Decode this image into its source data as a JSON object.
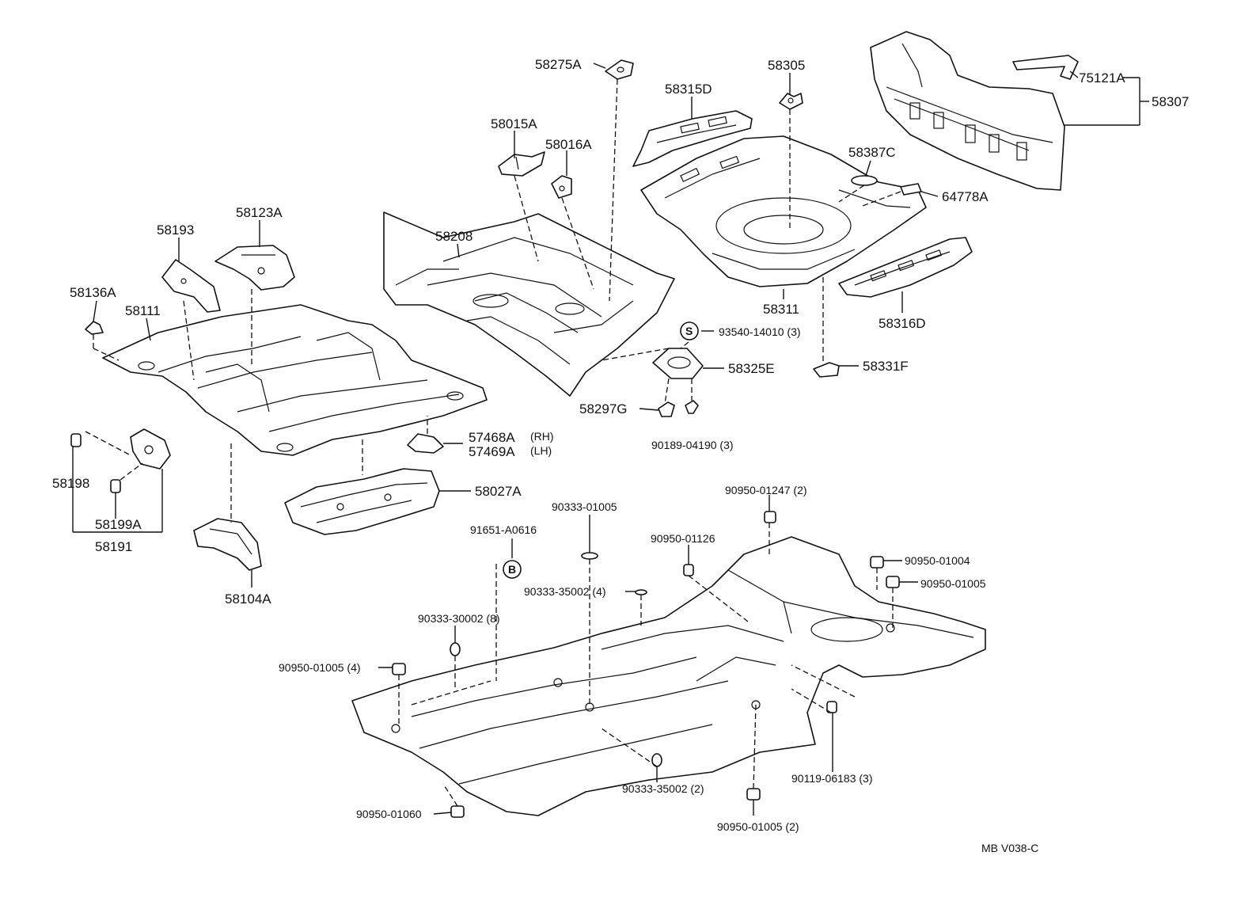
{
  "callouts": {
    "p58275A": "58275A",
    "p58015A": "58015A",
    "p58016A": "58016A",
    "p58208": "58208",
    "p58315D": "58315D",
    "p58305": "58305",
    "p58387C": "58387C",
    "p64778A": "64778A",
    "p58311": "58311",
    "p58316D": "58316D",
    "p75121A": "75121A",
    "p58307": "58307",
    "p58193": "58193",
    "p58123A": "58123A",
    "p58136A": "58136A",
    "p58111": "58111",
    "p93540": "93540-14010 (3)",
    "p58325E": "58325E",
    "p58331F": "58331F",
    "p58297G": "58297G",
    "p90189": "90189-04190 (3)",
    "p57468A": "57468A",
    "p57468A_side": "(RH)",
    "p57469A": "57469A",
    "p57469A_side": "(LH)",
    "p58027A": "58027A",
    "p58198": "58198",
    "p58199A": "58199A",
    "p58191": "58191",
    "p58104A": "58104A",
    "p90950_01247": "90950-01247 (2)",
    "p90333_01005": "90333-01005",
    "p91651": "91651-A0616",
    "p90950_01126": "90950-01126",
    "p90950_01004": "90950-01004",
    "p90950_01005": "90950-01005",
    "p90333_35002_4": "90333-35002 (4)",
    "p90333_30002": "90333-30002 (8)",
    "p90950_01005_4": "90950-01005 (4)",
    "p90119": "90119-06183 (3)",
    "p90333_35002_2": "90333-35002 (2)",
    "p90950_01060": "90950-01060",
    "p90950_01005_2": "90950-01005 (2)",
    "ref": "MB V038-C"
  },
  "symbols": {
    "s_mark": "S",
    "b_mark": "B"
  }
}
